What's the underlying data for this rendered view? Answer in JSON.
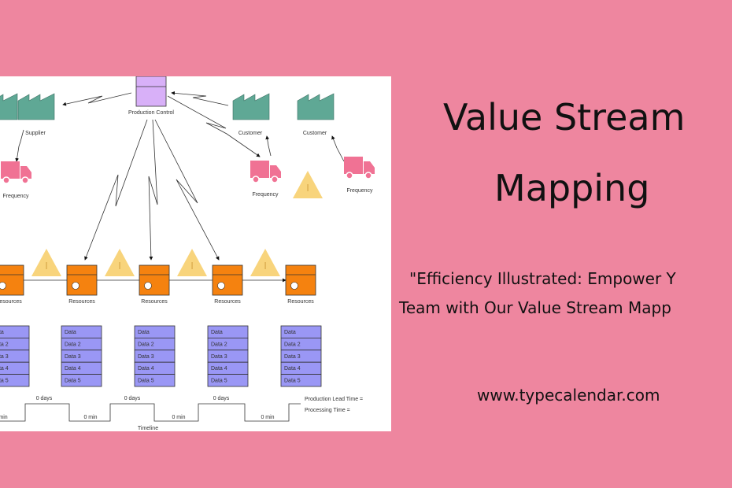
{
  "title": {
    "line1": "Value Stream",
    "line2": "Mapping"
  },
  "quote": {
    "line1": "\"Efficiency Illustrated: Empower Y",
    "line2": "Team with Our Value Stream Mapp"
  },
  "url": "www.typecalendar.com",
  "diagram": {
    "production_control": "Production Control",
    "supplier": "Supplier",
    "customers": [
      "Customer",
      "Customer"
    ],
    "frequency": [
      "Frequency",
      "Frequency",
      "Frequency"
    ],
    "resources": [
      "Resources",
      "Resources",
      "Resources",
      "Resources",
      "Resources"
    ],
    "data_rows": [
      "Data",
      "Data 2",
      "Data 3",
      "Data 4",
      "Data 5"
    ],
    "timeline": {
      "days": [
        "0 days",
        "0 days",
        "0 days"
      ],
      "mins": [
        "min",
        "0 min",
        "0 min",
        "0 min"
      ],
      "lead_time": "Production Lead Time =",
      "processing_time": "Processing Time =",
      "label": "Timeline"
    }
  },
  "colors": {
    "background": "#ee869f",
    "factory": "#5fa895",
    "truck": "#f07294",
    "process": "#f5820f",
    "inventory": "#f8d47c",
    "data": "#9a97f5",
    "control": "#d8b0f8"
  }
}
